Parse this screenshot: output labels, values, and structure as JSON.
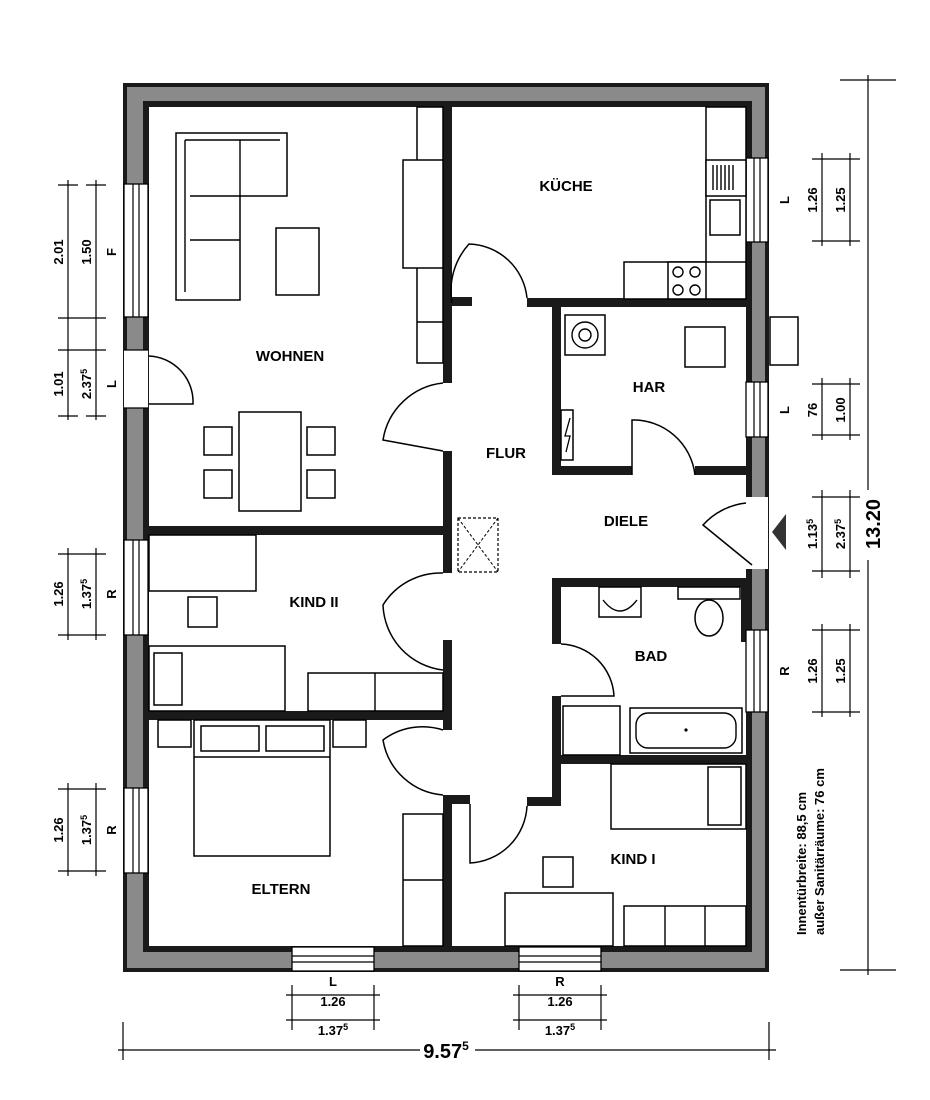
{
  "rooms": {
    "wohnen": "WOHNEN",
    "kueche": "KÜCHE",
    "har": "HAR",
    "flur": "FLUR",
    "diele": "DIELE",
    "kind2": "KIND II",
    "bad": "BAD",
    "eltern": "ELTERN",
    "kind1": "KIND I"
  },
  "dimensions": {
    "total_width": "9.57",
    "total_width_sup": "5",
    "total_height": "13.20",
    "left_top_outer": "2.01",
    "left_top_inner": "1.50",
    "left_top_side": "F",
    "left_door_outer": "1.01",
    "left_door_inner": "2.37",
    "left_door_inner_sup": "5",
    "left_door_side": "L",
    "left_mid_outer": "1.26",
    "left_mid_inner": "1.37",
    "left_mid_inner_sup": "5",
    "left_mid_side": "R",
    "left_bottom_outer": "1.26",
    "left_bottom_inner": "1.37",
    "left_bottom_inner_sup": "5",
    "left_bottom_side": "R",
    "right_kitchen_inner": "1.26",
    "right_kitchen_outer": "1.25",
    "right_kitchen_side": "L",
    "right_har_inner": "76",
    "right_har_outer": "1.00",
    "right_har_side": "L",
    "right_entry_inner": "1.13",
    "right_entry_inner_sup": "5",
    "right_entry_outer": "2.37",
    "right_entry_outer_sup": "5",
    "right_bad_inner": "1.26",
    "right_bad_outer": "1.25",
    "right_bad_side": "R",
    "bottom_left_side": "L",
    "bottom_left_inner": "1.26",
    "bottom_left_outer": "1.37",
    "bottom_left_outer_sup": "5",
    "bottom_right_side": "R",
    "bottom_right_inner": "1.26",
    "bottom_right_outer": "1.37",
    "bottom_right_outer_sup": "5"
  },
  "notes": {
    "line1": "Innentürbreite: 88,5 cm",
    "line2": "außer Sanitärräume: 76 cm"
  }
}
